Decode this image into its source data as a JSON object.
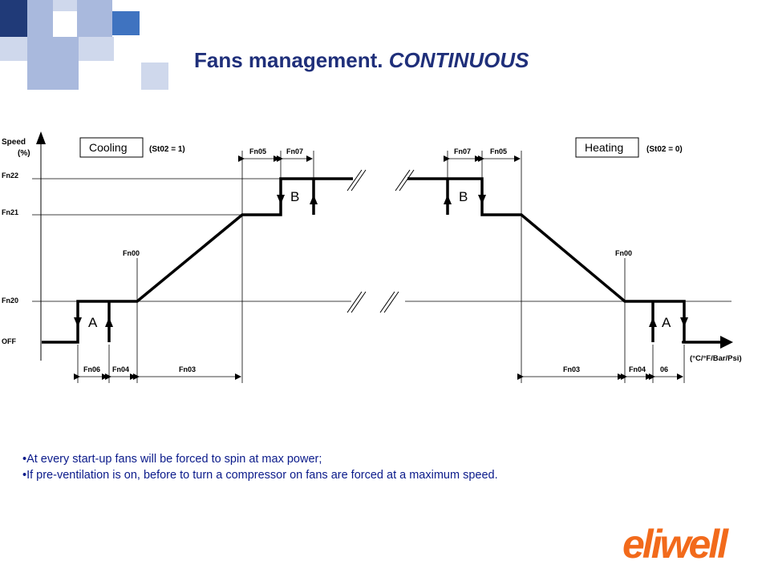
{
  "slide": {
    "title_main": "Fans management. ",
    "title_italic": "CONTINUOUS",
    "deco_colors": [
      "#203a78",
      "#4d6fb8",
      "#a9b9dd",
      "#cfd8ec",
      "#3f73c0"
    ],
    "title_color": "#1f2f7a",
    "note_color": "#0a1a8a"
  },
  "diagram": {
    "y_axis": {
      "label_line1": "Speed",
      "label_line2": "(%)"
    },
    "x_axis": {
      "unit_label": "(°C/°F/Bar/Psi)"
    },
    "levels": {
      "fn22": "Fn22",
      "fn21": "Fn21",
      "fn20": "Fn20",
      "off": "OFF"
    },
    "cooling": {
      "box": "Cooling",
      "condition": "(St02 = 1)"
    },
    "heating": {
      "box": "Heating",
      "condition": "(St02 = 0)"
    },
    "zones": {
      "a": "A",
      "b": "B"
    },
    "params": {
      "fn00": "Fn00",
      "fn03": "Fn03",
      "fn04": "Fn04",
      "fn05": "Fn05",
      "fn06": "Fn06",
      "fn07": "Fn07",
      "fn06_short": "06"
    }
  },
  "notes": [
    "At every start-up fans will be forced to spin at max power;",
    "If pre-ventilation is on, before to turn a compressor on fans are forced at a maximum speed."
  ],
  "logo": {
    "text": "eliwell",
    "color": "#f26a1b"
  }
}
